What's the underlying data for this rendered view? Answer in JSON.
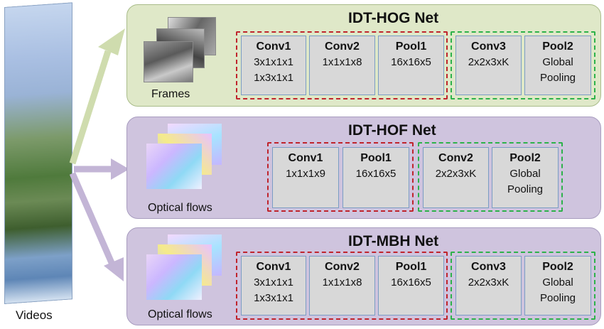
{
  "videos_label": "Videos",
  "panels": [
    {
      "title": "IDT-HOG Net",
      "input_label": "Frames",
      "red_group": [
        {
          "name": "Conv1",
          "lines": [
            "3x1x1x1",
            "1x3x1x1"
          ]
        },
        {
          "name": "Conv2",
          "lines": [
            "1x1x1x8"
          ]
        },
        {
          "name": "Pool1",
          "lines": [
            "16x16x5"
          ]
        }
      ],
      "green_group": [
        {
          "name": "Conv3",
          "lines": [
            "2x2x3xK"
          ]
        },
        {
          "name": "Pool2",
          "lines": [
            "Global",
            "Pooling"
          ]
        }
      ]
    },
    {
      "title": "IDT-HOF Net",
      "input_label": "Optical flows",
      "red_group": [
        {
          "name": "Conv1",
          "lines": [
            "1x1x1x9"
          ]
        },
        {
          "name": "Pool1",
          "lines": [
            "16x16x5"
          ]
        }
      ],
      "green_group": [
        {
          "name": "Conv2",
          "lines": [
            "2x2x3xK"
          ]
        },
        {
          "name": "Pool2",
          "lines": [
            "Global",
            "Pooling"
          ]
        }
      ]
    },
    {
      "title": "IDT-MBH Net",
      "input_label": "Optical flows",
      "red_group": [
        {
          "name": "Conv1",
          "lines": [
            "3x1x1x1",
            "1x3x1x1"
          ]
        },
        {
          "name": "Conv2",
          "lines": [
            "1x1x1x8"
          ]
        },
        {
          "name": "Pool1",
          "lines": [
            "16x16x5"
          ]
        }
      ],
      "green_group": [
        {
          "name": "Conv3",
          "lines": [
            "2x2x3xK"
          ]
        },
        {
          "name": "Pool2",
          "lines": [
            "Global",
            "Pooling"
          ]
        }
      ]
    }
  ],
  "colors": {
    "hog_panel": "#dfe8c8",
    "flow_panel": "#cfc4de",
    "red_dashed": "#c0242c",
    "green_dashed": "#2db24a",
    "cell_fill": "#d8d8d8",
    "cell_border": "#7a9cc4"
  }
}
